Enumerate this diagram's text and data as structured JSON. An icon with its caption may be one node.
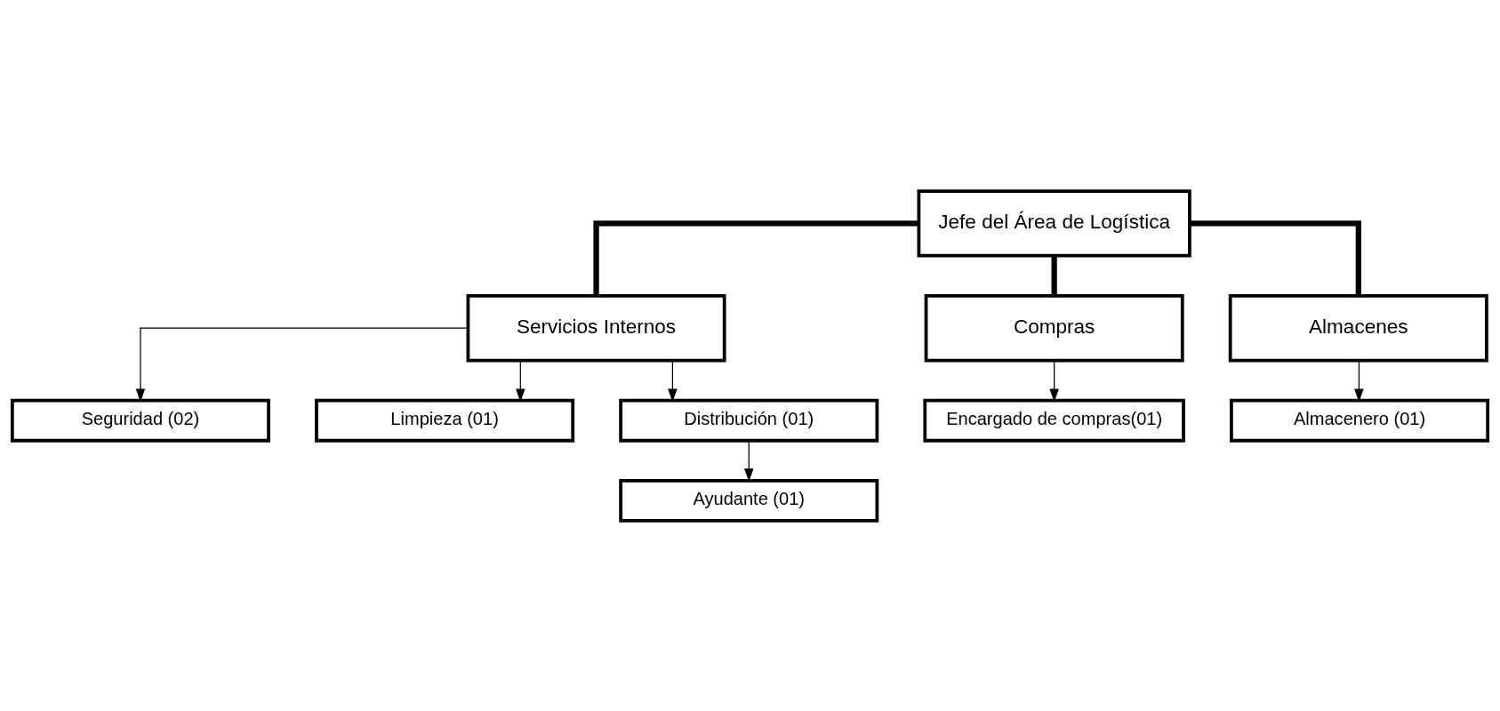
{
  "diagram": {
    "nodes": [
      {
        "text": [
          "Jefe del Área de Logística"
        ]
      },
      {
        "text": [
          "Servicios Internos"
        ]
      },
      {
        "text": [
          "Compras"
        ]
      },
      {
        "text": [
          "Almacenes"
        ]
      },
      {
        "text": [
          "Seguridad (02)"
        ]
      },
      {
        "text": [
          "Limpieza (01)"
        ]
      },
      {
        "text": [
          "Distribución (01)"
        ]
      },
      {
        "text": [
          "Ayudante (01)"
        ]
      },
      {
        "text": [
          "Encargado de compras(01)"
        ]
      },
      {
        "text": [
          "Almacenero (01)"
        ]
      }
    ],
    "edges": [
      {
        "from": 0,
        "to": 1,
        "arrow": "none",
        "style": "thick"
      },
      {
        "from": 0,
        "to": 2,
        "arrow": "none",
        "style": "thick"
      },
      {
        "from": 0,
        "to": 3,
        "arrow": "none",
        "style": "thick"
      },
      {
        "from": 1,
        "to": 4,
        "arrow": "to"
      },
      {
        "from": 1,
        "to": 5,
        "arrow": "to"
      },
      {
        "from": 1,
        "to": 6,
        "arrow": "to"
      },
      {
        "from": 6,
        "to": 7,
        "arrow": "to"
      },
      {
        "from": 2,
        "to": 8,
        "arrow": "to"
      },
      {
        "from": 3,
        "to": 9,
        "arrow": "to"
      }
    ]
  }
}
